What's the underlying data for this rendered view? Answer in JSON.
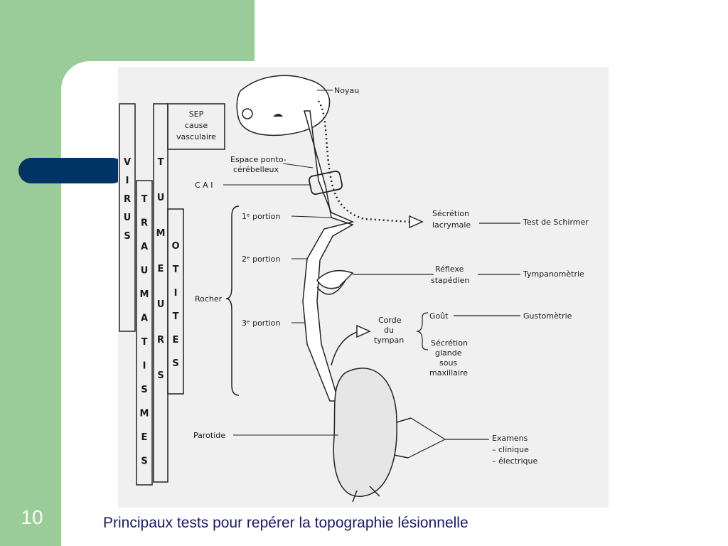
{
  "slide": {
    "number": "10",
    "caption": "Principaux tests pour repérer la topographie lésionnelle"
  },
  "diagram": {
    "columns": [
      {
        "id": "virus",
        "letters": [
          "V",
          "I",
          "R",
          "U",
          "S"
        ]
      },
      {
        "id": "traumatismes",
        "letters": [
          "T",
          "R",
          "A",
          "U",
          "M",
          "A",
          "T",
          "I",
          "S",
          "M",
          "E",
          "S"
        ]
      },
      {
        "id": "tumeurs",
        "letters": [
          "T",
          "U",
          "M",
          "E",
          "U",
          "R",
          "S"
        ]
      },
      {
        "id": "otites",
        "letters": [
          "O",
          "T",
          "I",
          "T",
          "E",
          "S"
        ]
      }
    ],
    "sep_box": [
      "SEP",
      "cause",
      "vasculaire"
    ],
    "labels": {
      "noyau": "Noyau",
      "espace_1": "Espace ponto-",
      "espace_2": "cérébelleux",
      "cai": "C A I",
      "portion1": "1ᵉ portion",
      "portion2": "2ᵉ portion",
      "portion3": "3ᵉ portion",
      "rocher": "Rocher",
      "parotide": "Parotide",
      "secretion_1": "Sécrétion",
      "secretion_2": "lacrymale",
      "reflexe_1": "Réflexe",
      "reflexe_2": "stapédien",
      "corde_1": "Corde",
      "corde_2": "du",
      "corde_3": "tympan",
      "gout": "Goût",
      "sec_glande_1": "Sécrétion",
      "sec_glande_2": "glande",
      "sec_glande_3": "sous",
      "sec_glande_4": "maxillaire",
      "schirmer": "Test de Schirmer",
      "tympano": "Tympanomètrie",
      "gusto": "Gustomètrie",
      "examens_1": "Examens",
      "examens_2": "– clinique",
      "examens_3": "– électrique"
    }
  }
}
